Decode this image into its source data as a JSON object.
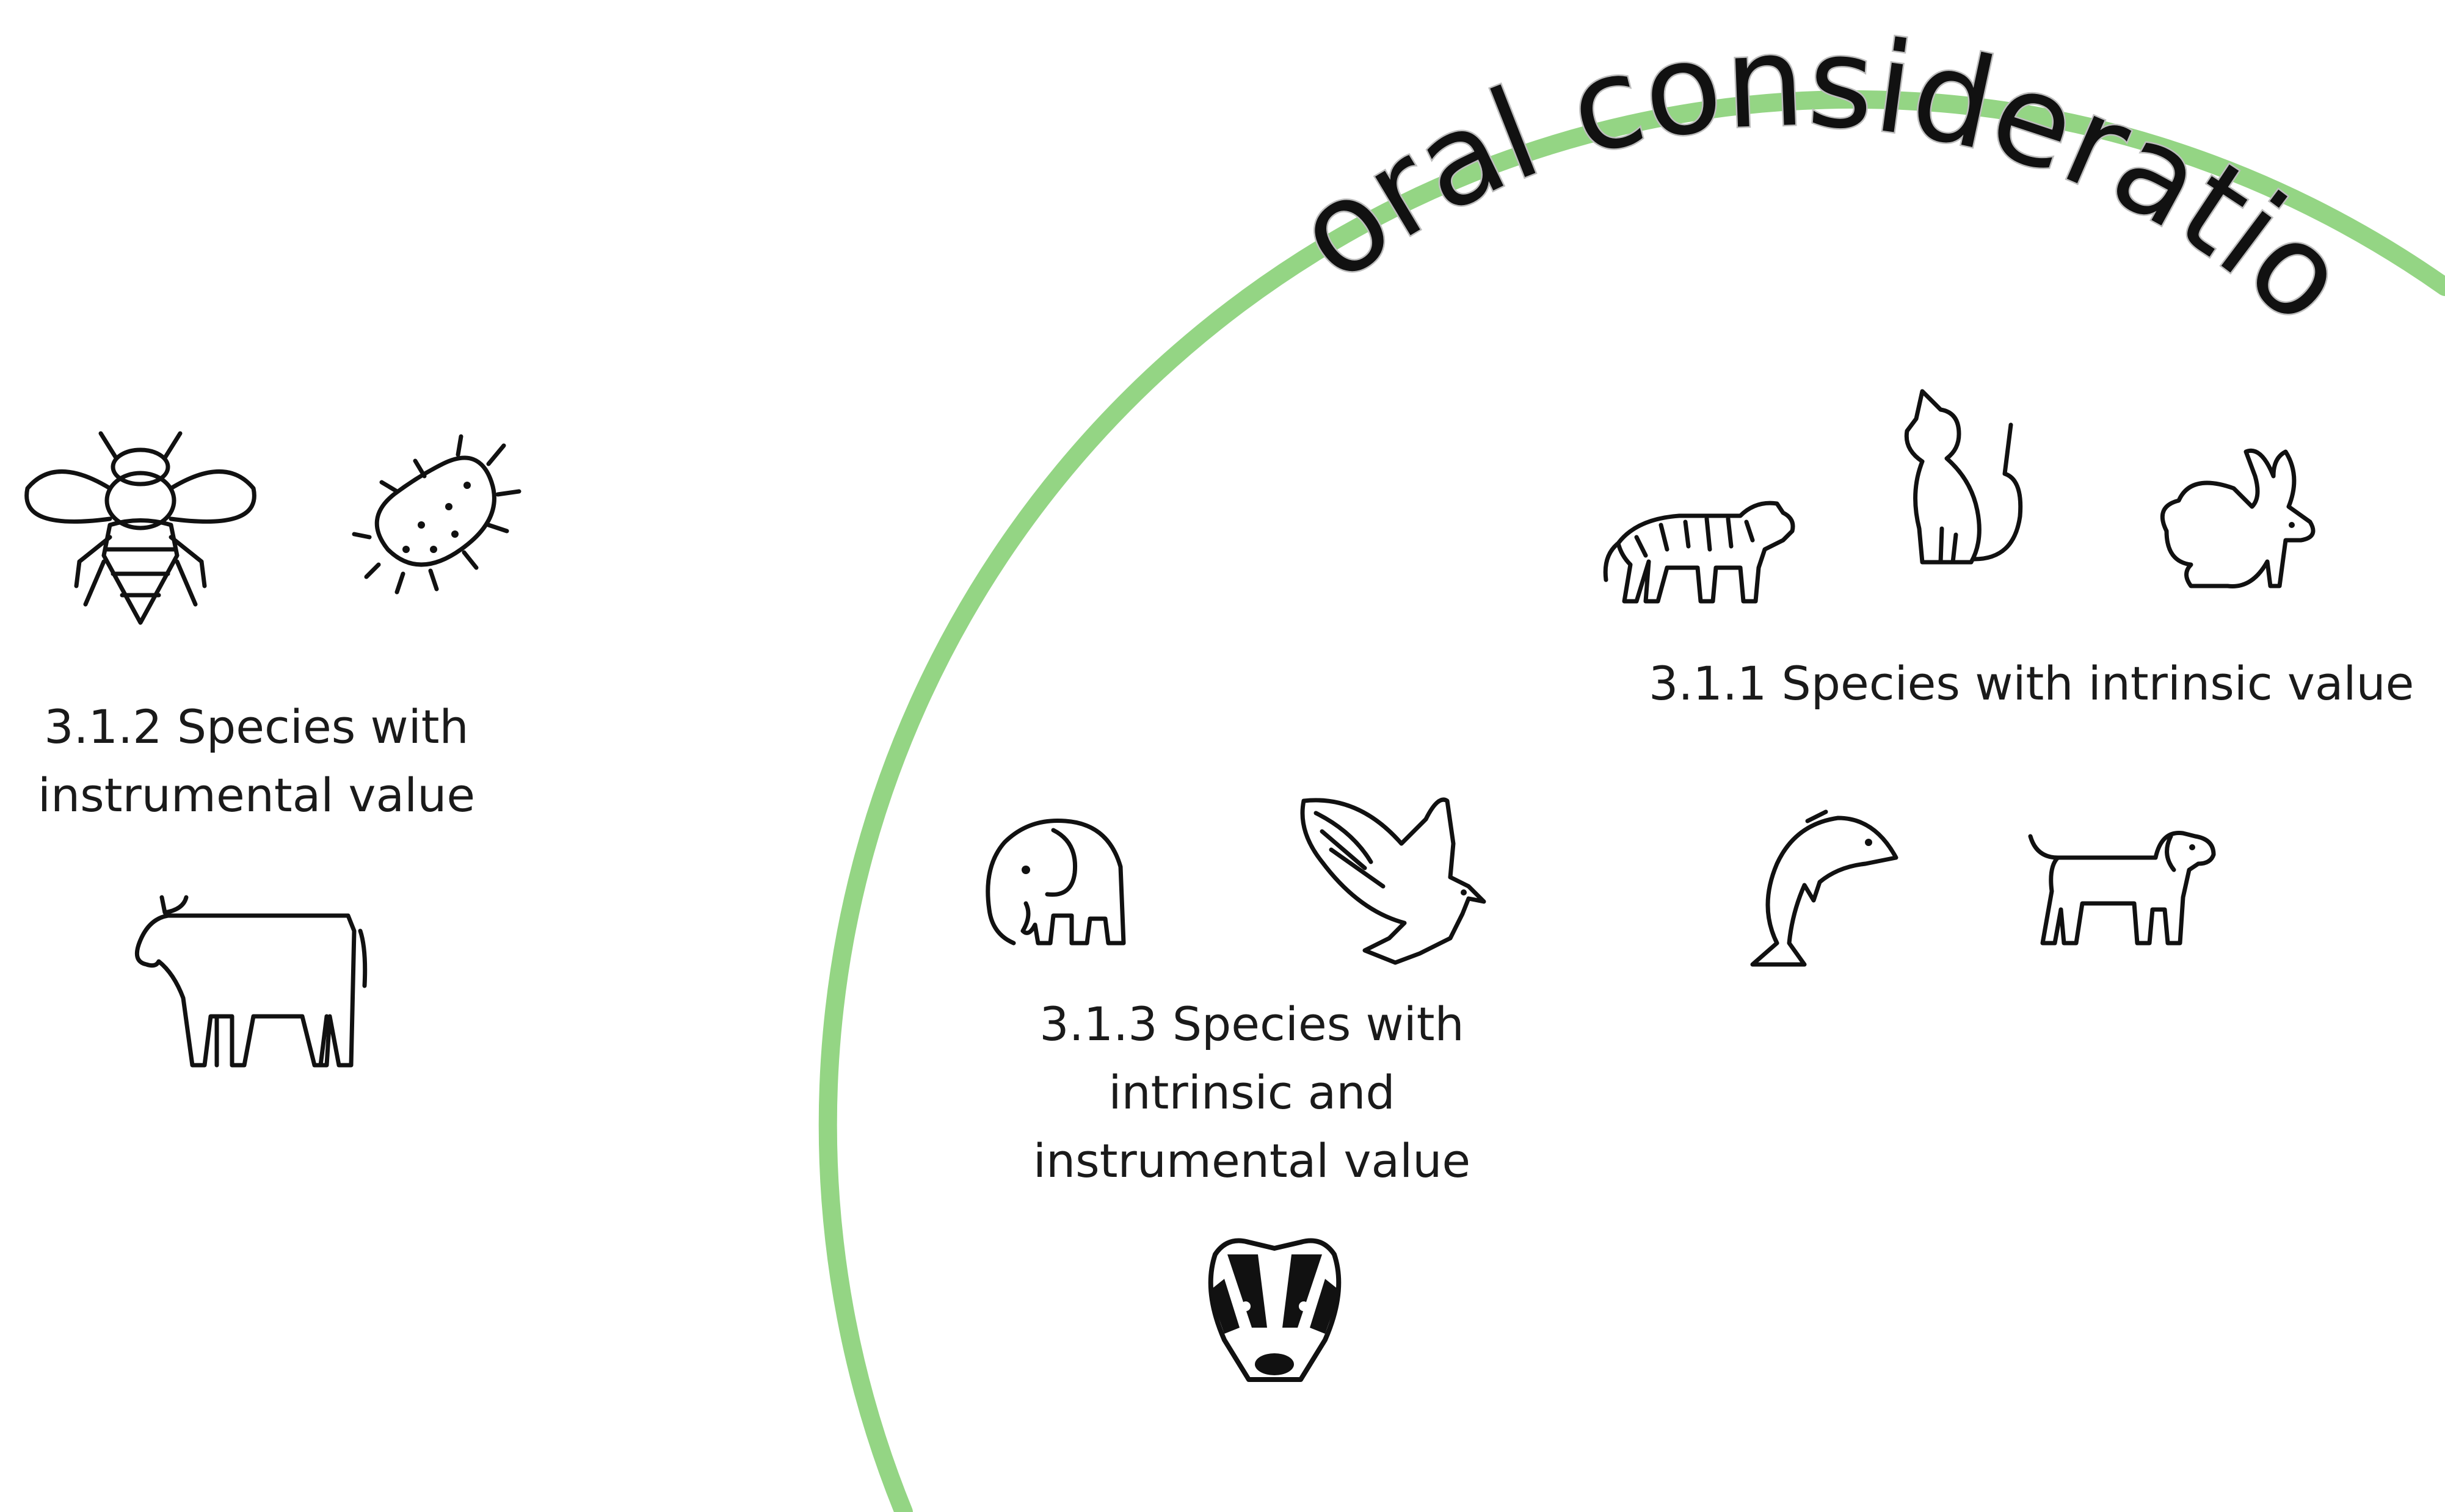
{
  "figure": {
    "circle_title": "Moral consideration",
    "circle_color": "#94d584"
  },
  "groups": {
    "intrinsic": {
      "label": "3.1.1 Species with intrinsic value",
      "icons": [
        "tiger-icon",
        "cat-icon",
        "rabbit-icon",
        "dolphin-icon",
        "dog-icon"
      ]
    },
    "instrumental": {
      "label_line1": "3.1.2 Species with",
      "label_line2": "instrumental value",
      "icons": [
        "bee-icon",
        "bacterium-icon",
        "cow-icon"
      ]
    },
    "both": {
      "label_line1": "3.1.3 Species with",
      "label_line2": "intrinsic and",
      "label_line3": "instrumental value",
      "icons": [
        "elephant-icon",
        "eagle-icon",
        "badger-icon"
      ]
    }
  }
}
